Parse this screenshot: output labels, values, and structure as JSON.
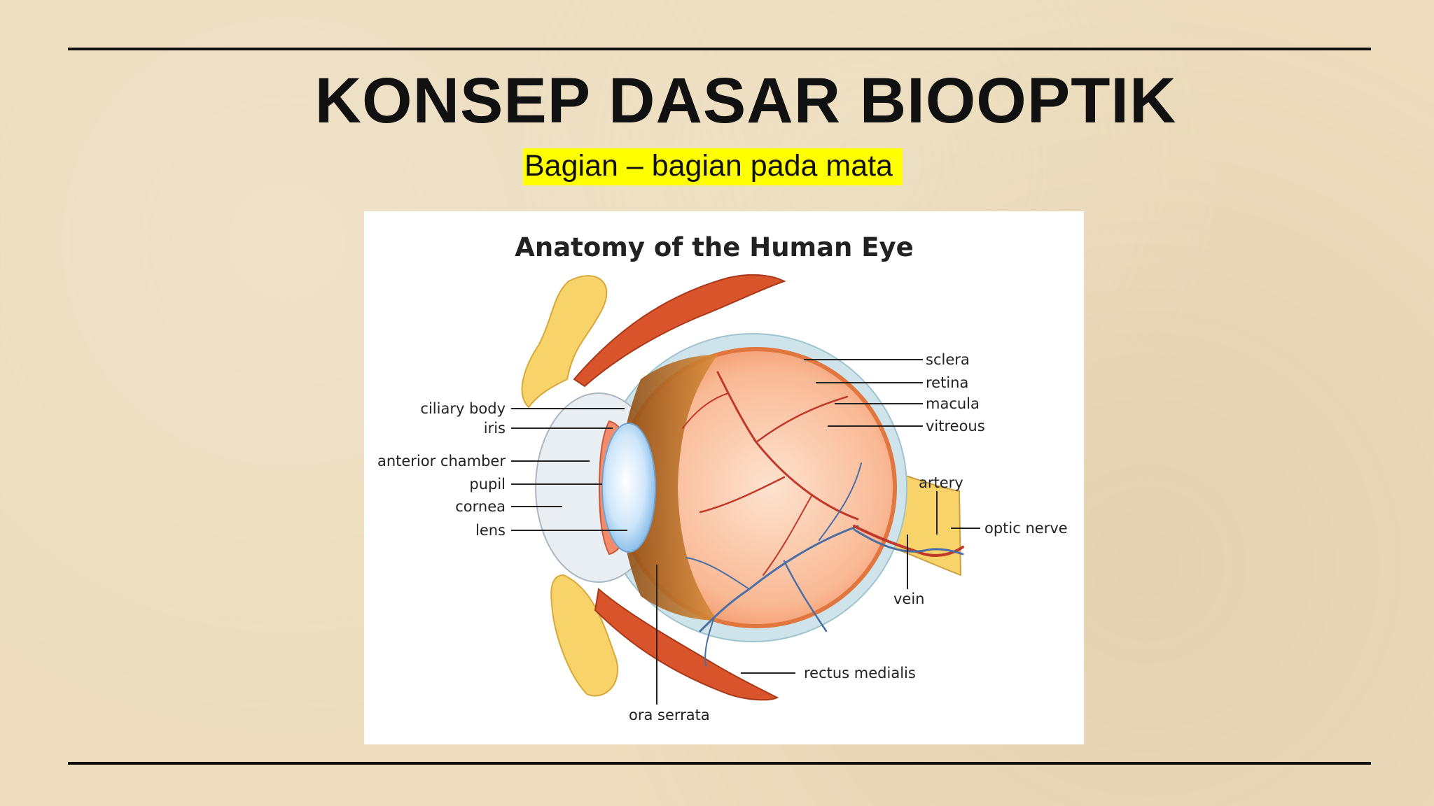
{
  "slide": {
    "title": "KONSEP DASAR BIOOPTIK",
    "subtitle": "Bagian – bagian pada mata"
  },
  "figure": {
    "title": "Anatomy of the Human Eye",
    "labels": {
      "ciliary_body": "ciliary body",
      "iris": "iris",
      "anterior_chamber": "anterior chamber",
      "pupil": "pupil",
      "cornea": "cornea",
      "lens": "lens",
      "sclera": "sclera",
      "retina": "retina",
      "macula": "macula",
      "vitreous": "vitreous",
      "artery": "artery",
      "optic_nerve": "optic nerve",
      "vein": "vein",
      "rectus_medialis": "rectus medialis",
      "ora_serrata": "ora serrata"
    },
    "colors": {
      "sclera": "#cfe3ea",
      "eyeball": "#f6a57a",
      "inner": "#fbd3b8",
      "bone": "#f7d36a",
      "muscle": "#d9532b",
      "vessel_red": "#c0392b",
      "vessel_blue": "#4a6fa5",
      "lens": "#a9d4f2"
    }
  }
}
